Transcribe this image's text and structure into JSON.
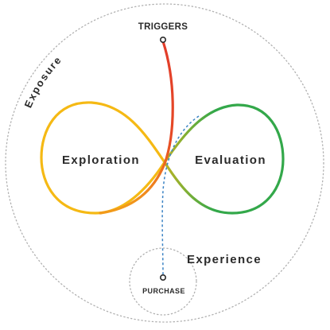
{
  "labels": {
    "exposure": "Exposure",
    "triggers": "TRIGGERS",
    "exploration": "Exploration",
    "evaluation": "Evaluation",
    "experience": "Experience",
    "purchase": "PURCHASE"
  },
  "colors": {
    "exploration_loop": "#f5b914",
    "evaluation_loop": "#33a84a",
    "trigger_path": "#e5432a",
    "purchase_path": "#3b83c4",
    "dotted_circle": "#b0b0b0",
    "text": "#2b2b2b"
  }
}
